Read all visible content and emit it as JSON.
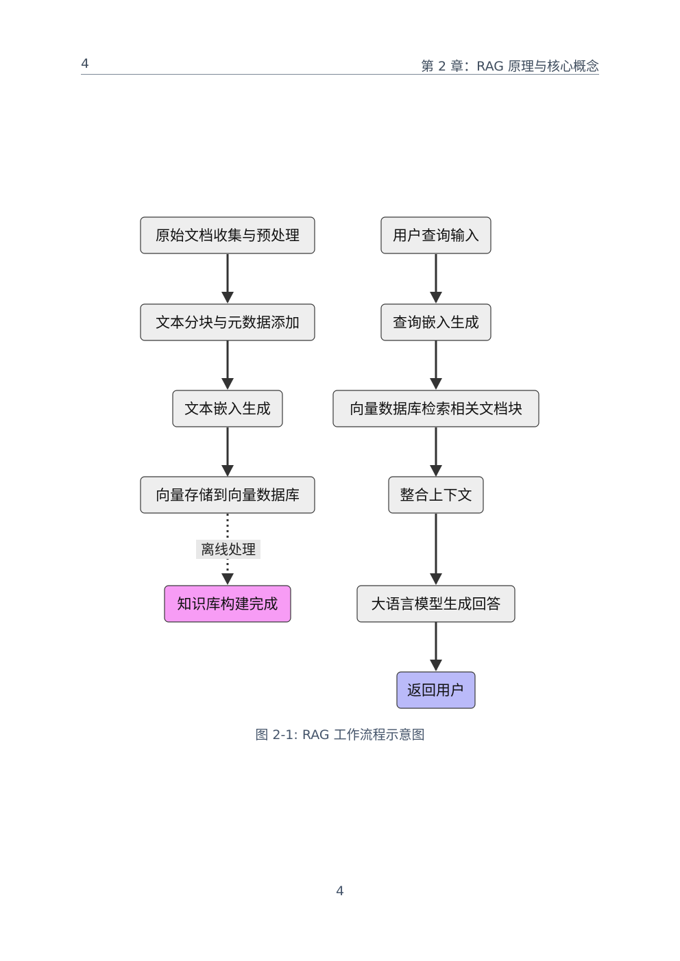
{
  "header": {
    "page_number": "4",
    "chapter_title": "第 2 章：RAG 原理与核心概念"
  },
  "diagram": {
    "offline_flow": [
      {
        "label": "原始文档收集与预处理"
      },
      {
        "label": "文本分块与元数据添加"
      },
      {
        "label": "文本嵌入生成"
      },
      {
        "label": "向量存储到向量数据库"
      },
      {
        "label": "知识库构建完成"
      }
    ],
    "offline_edge_label": "离线处理",
    "online_flow": [
      {
        "label": "用户查询输入"
      },
      {
        "label": "查询嵌入生成"
      },
      {
        "label": "向量数据库检索相关文档块"
      },
      {
        "label": "整合上下文"
      },
      {
        "label": "大语言模型生成回答"
      },
      {
        "label": "返回用户"
      }
    ],
    "colors": {
      "default_node": "#eeeeee",
      "knowledge_base_done": "#f79cf5",
      "return_user": "#babaf9"
    }
  },
  "caption": "图 2-1: RAG 工作流程示意图",
  "footer": {
    "page_number": "4"
  }
}
